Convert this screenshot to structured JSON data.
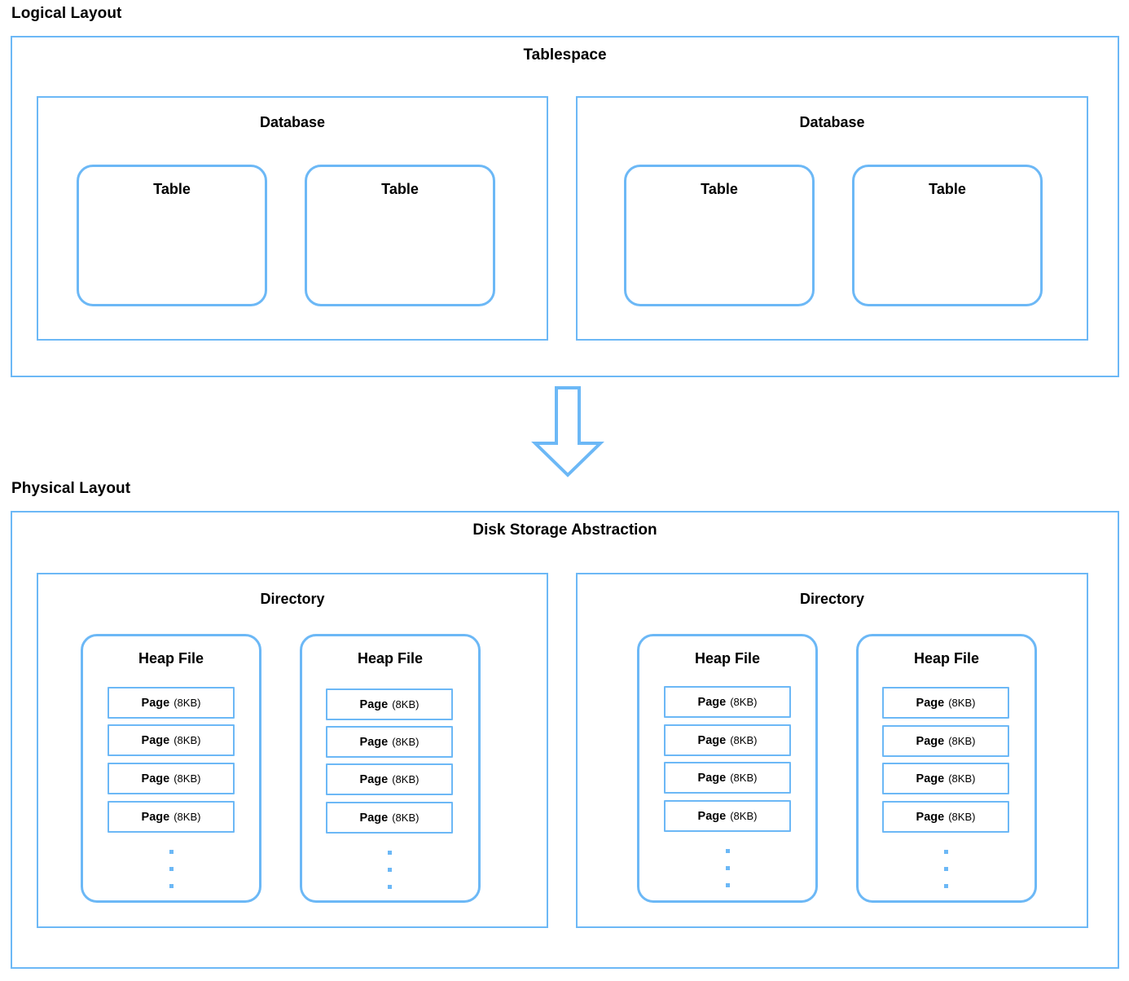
{
  "labels": {
    "logical": "Logical Layout",
    "physical": "Physical Layout"
  },
  "logical": {
    "container_title": "Tablespace",
    "databases": [
      {
        "title": "Database",
        "tables": [
          {
            "title": "Table"
          },
          {
            "title": "Table"
          }
        ]
      },
      {
        "title": "Database",
        "tables": [
          {
            "title": "Table"
          },
          {
            "title": "Table"
          }
        ]
      }
    ]
  },
  "connector": {
    "icon": "down-arrow-icon"
  },
  "physical": {
    "container_title": "Disk Storage Abstraction",
    "directories": [
      {
        "title": "Directory",
        "heap_files": [
          {
            "title": "Heap File",
            "pages": [
              {
                "label": "Page",
                "size": "(8KB)"
              },
              {
                "label": "Page",
                "size": "(8KB)"
              },
              {
                "label": "Page",
                "size": "(8KB)"
              },
              {
                "label": "Page",
                "size": "(8KB)"
              }
            ],
            "more": "vertical-ellipsis"
          },
          {
            "title": "Heap File",
            "pages": [
              {
                "label": "Page",
                "size": "(8KB)"
              },
              {
                "label": "Page",
                "size": "(8KB)"
              },
              {
                "label": "Page",
                "size": "(8KB)"
              },
              {
                "label": "Page",
                "size": "(8KB)"
              }
            ],
            "more": "vertical-ellipsis"
          }
        ]
      },
      {
        "title": "Directory",
        "heap_files": [
          {
            "title": "Heap File",
            "pages": [
              {
                "label": "Page",
                "size": "(8KB)"
              },
              {
                "label": "Page",
                "size": "(8KB)"
              },
              {
                "label": "Page",
                "size": "(8KB)"
              },
              {
                "label": "Page",
                "size": "(8KB)"
              }
            ],
            "more": "vertical-ellipsis"
          },
          {
            "title": "Heap File",
            "pages": [
              {
                "label": "Page",
                "size": "(8KB)"
              },
              {
                "label": "Page",
                "size": "(8KB)"
              },
              {
                "label": "Page",
                "size": "(8KB)"
              },
              {
                "label": "Page",
                "size": "(8KB)"
              }
            ],
            "more": "vertical-ellipsis"
          }
        ]
      }
    ]
  },
  "colors": {
    "stroke": "#6cb8f6",
    "text": "#000000",
    "background": "#ffffff"
  }
}
